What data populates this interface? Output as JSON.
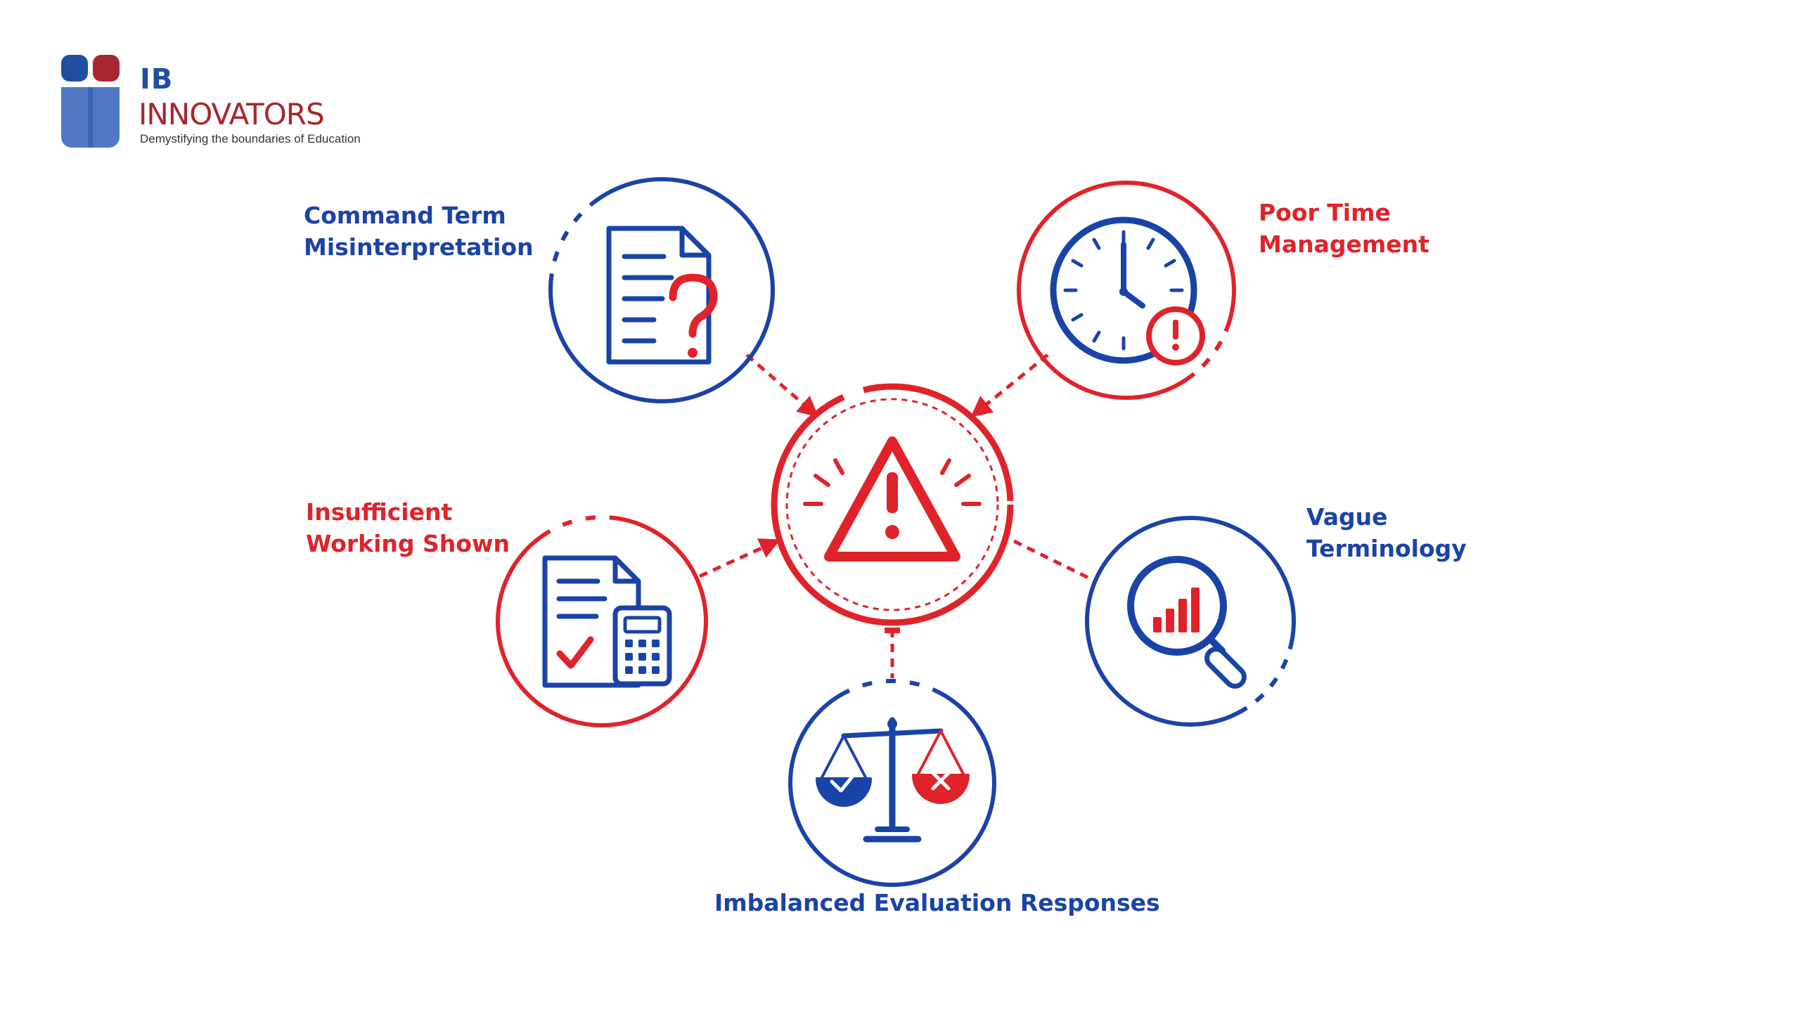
{
  "brand": {
    "short": "IB",
    "name": "INNOVATORS",
    "tagline": "Demystifying the boundaries of Education",
    "colors": {
      "blue": "#1f4fa5",
      "red": "#a8262e"
    }
  },
  "center": {
    "icon": "warning-triangle-icon",
    "color": "#e0232a"
  },
  "nodes": [
    {
      "id": "command-term",
      "lines": [
        "Command Term",
        "Misinterpretation"
      ],
      "icon": "document-question-icon",
      "color": "#1a43a8"
    },
    {
      "id": "poor-time",
      "lines": [
        "Poor Time",
        "Management"
      ],
      "icon": "clock-alert-icon",
      "color": "#e0232a"
    },
    {
      "id": "insufficient-working",
      "lines": [
        "Insufficient",
        "Working Shown"
      ],
      "icon": "document-calculator-icon",
      "color": "#e0232a"
    },
    {
      "id": "vague-terminology",
      "lines": [
        "Vague",
        "Terminology"
      ],
      "icon": "magnifier-chart-icon",
      "color": "#1a43a8"
    },
    {
      "id": "imbalanced-evaluation",
      "lines": [
        "Imbalanced Evaluation Responses"
      ],
      "icon": "balance-scale-icon",
      "color": "#1a43a8"
    }
  ]
}
